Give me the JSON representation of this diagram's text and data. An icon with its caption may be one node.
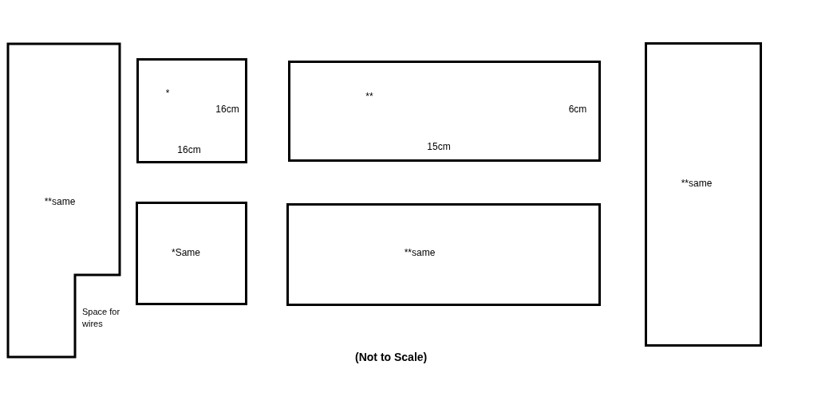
{
  "diagram": {
    "nodes": [
      {
        "text": [
          "**same"
        ]
      },
      {
        "text": [
          "*",
          "16cm",
          "16cm"
        ]
      },
      {
        "text": [
          "**",
          "6cm",
          "15cm"
        ]
      },
      {
        "text": [
          "**same"
        ]
      },
      {
        "text": [
          "*Same"
        ]
      },
      {
        "text": [
          "**same"
        ]
      }
    ],
    "labels": [
      "Space for wires",
      "(Not to Scale)"
    ]
  }
}
